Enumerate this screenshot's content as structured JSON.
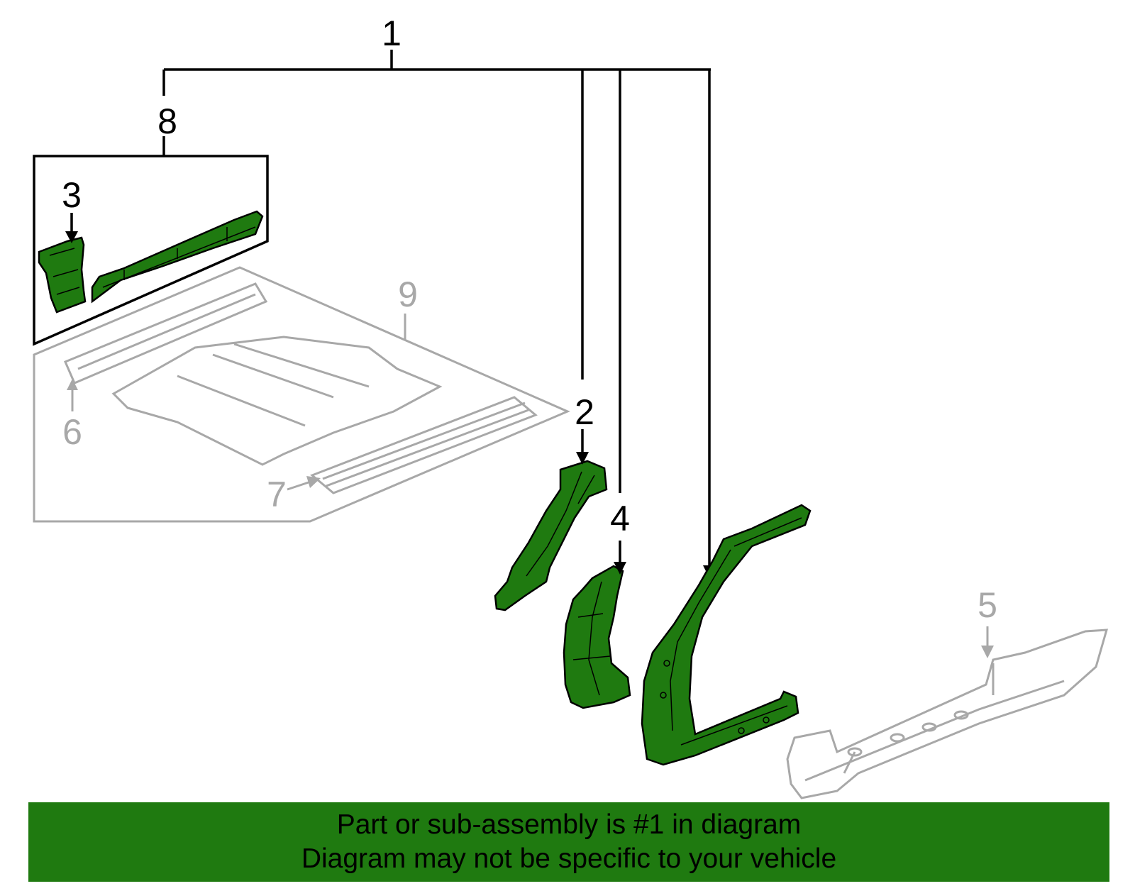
{
  "callouts": {
    "c1": "1",
    "c2": "2",
    "c3": "3",
    "c4": "4",
    "c5": "5",
    "c6": "6",
    "c7": "7",
    "c8": "8",
    "c9": "9"
  },
  "banner": {
    "line1": "Part or sub-assembly is #1 in diagram",
    "line2": "Diagram may not be specific to your vehicle"
  },
  "colors": {
    "highlight_part": "#1f7a10",
    "context_part_outline": "#a8a8a8",
    "banner_background": "#1f7a10"
  }
}
